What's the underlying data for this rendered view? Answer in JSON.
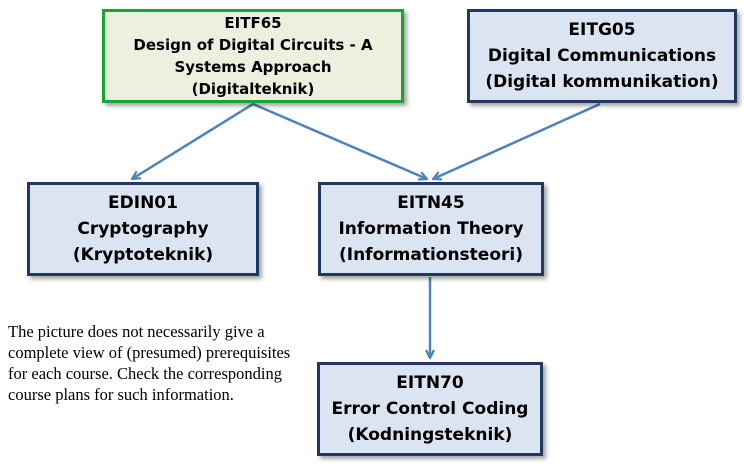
{
  "courses": {
    "eitf65": {
      "code": "EITF65",
      "title_line1": "Design of Digital Circuits - A",
      "title_line2": "Systems Approach",
      "swedish": "(Digitalteknik)"
    },
    "eitg05": {
      "code": "EITG05",
      "title": "Digital Communications",
      "swedish": "(Digital kommunikation)"
    },
    "edin01": {
      "code": "EDIN01",
      "title": "Cryptography",
      "swedish": "(Kryptoteknik)"
    },
    "eitn45": {
      "code": "EITN45",
      "title": "Information Theory",
      "swedish": "(Informationsteori)"
    },
    "eitn70": {
      "code": "EITN70",
      "title": "Error Control Coding",
      "swedish": "(Kodningsteknik)"
    }
  },
  "edges": [
    {
      "from": "EITF65",
      "to": "EDIN01"
    },
    {
      "from": "EITF65",
      "to": "EITN45"
    },
    {
      "from": "EITG05",
      "to": "EITN45"
    },
    {
      "from": "EITN45",
      "to": "EITN70"
    }
  ],
  "colors": {
    "arrow": "#4f81bd",
    "box_fill_blue": "#dbe5f1",
    "box_border_blue": "#1f3864",
    "box_fill_green": "#ebf1de",
    "box_border_green": "#17a535"
  },
  "note": "The picture does not necessarily give a complete view of (presumed) prerequisites for each course. Check the corresponding course plans for such information."
}
